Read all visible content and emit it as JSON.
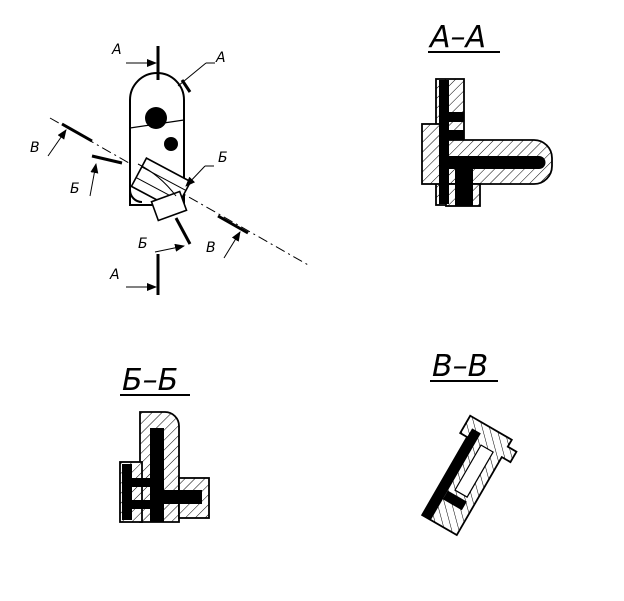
{
  "main_view": {
    "labels": {
      "a_top_left": "А",
      "a_top_right": "А",
      "a_bottom": "А",
      "v_left": "В",
      "v_right": "В",
      "b_left": "Б",
      "b_right": "Б",
      "b_bottom": "Б"
    }
  },
  "sections": {
    "aa": {
      "title": "А–А"
    },
    "bb": {
      "title": "Б–Б"
    },
    "vv": {
      "title": "В–В"
    }
  },
  "colors": {
    "ink": "#000000",
    "paper": "#ffffff"
  }
}
